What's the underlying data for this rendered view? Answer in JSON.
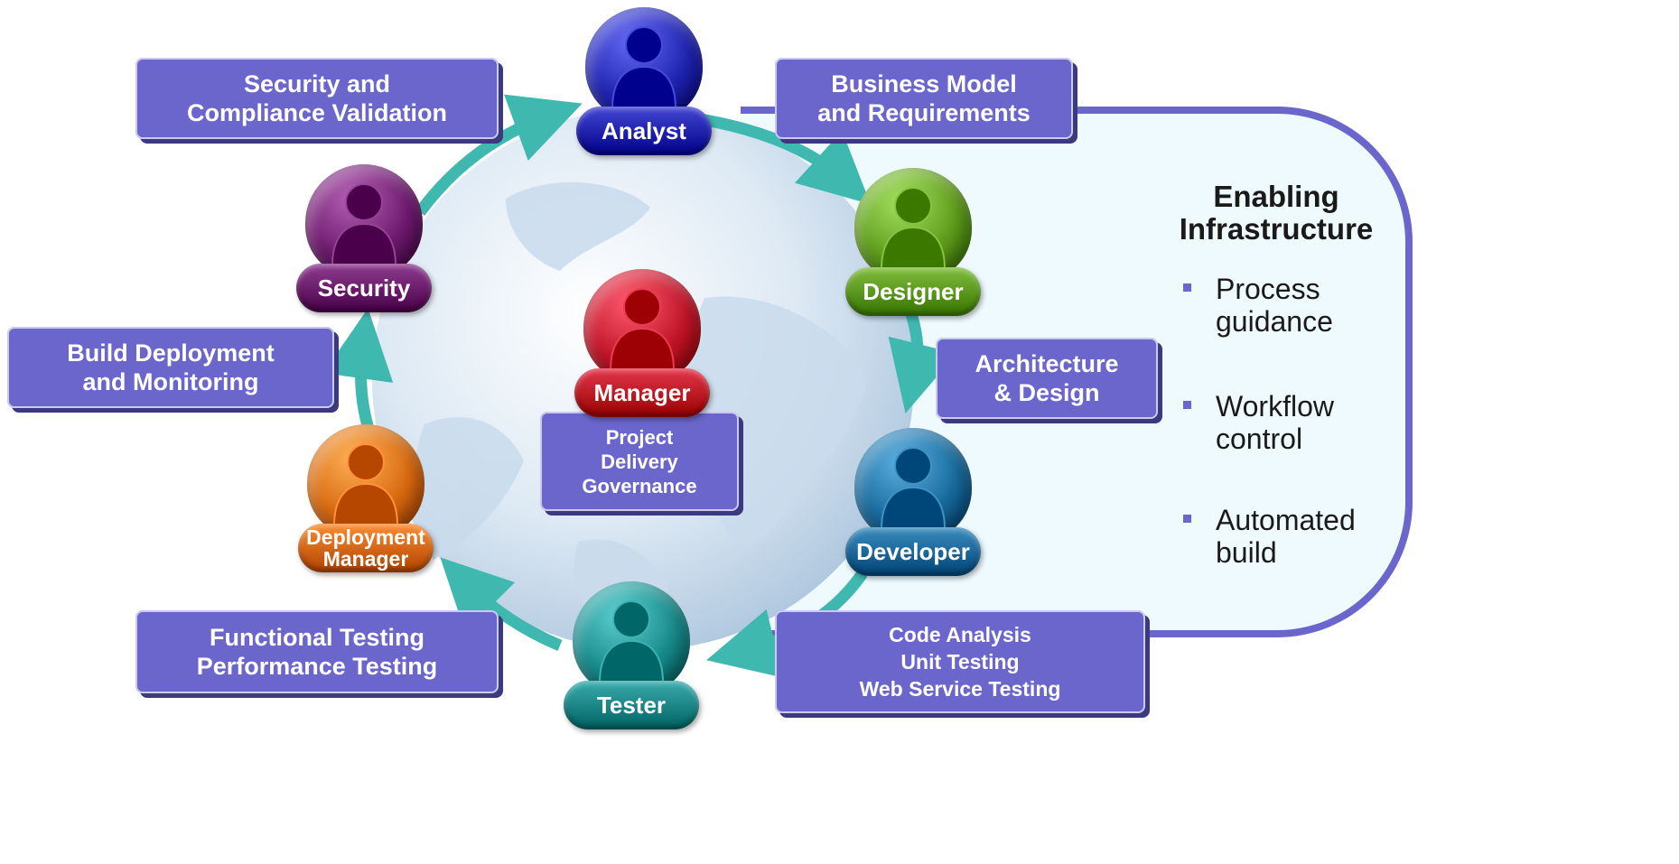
{
  "infrastructure": {
    "title": "Enabling\nInfrastructure",
    "items": [
      "Process guidance",
      "Workflow control",
      "Automated build"
    ]
  },
  "roles": [
    {
      "id": "analyst",
      "label": "Analyst",
      "color": "#1f24b0"
    },
    {
      "id": "designer",
      "label": "Designer",
      "color": "#5e9b1a"
    },
    {
      "id": "developer",
      "label": "Developer",
      "color": "#176a9c"
    },
    {
      "id": "tester",
      "label": "Tester",
      "color": "#17898a"
    },
    {
      "id": "deployment-manager",
      "label": "Deployment\nManager",
      "color": "#d86a10"
    },
    {
      "id": "security",
      "label": "Security",
      "color": "#6e1a6e"
    },
    {
      "id": "manager",
      "label": "Manager",
      "color": "#c01428"
    }
  ],
  "boxes": {
    "security_compliance": "Security and\nCompliance Validation",
    "business_model": "Business Model\nand Requirements",
    "architecture": "Architecture\n& Design",
    "build_deployment": "Build Deployment\nand Monitoring",
    "project_delivery": "Project\nDelivery\nGovernance",
    "functional_testing": "Functional Testing\nPerformance Testing",
    "code_analysis": "Code Analysis\nUnit Testing\nWeb Service Testing"
  },
  "colors": {
    "box_fill": "#6a66cc",
    "cycle_arrow": "#3fb8b0",
    "panel_fill": "#eefafd"
  }
}
